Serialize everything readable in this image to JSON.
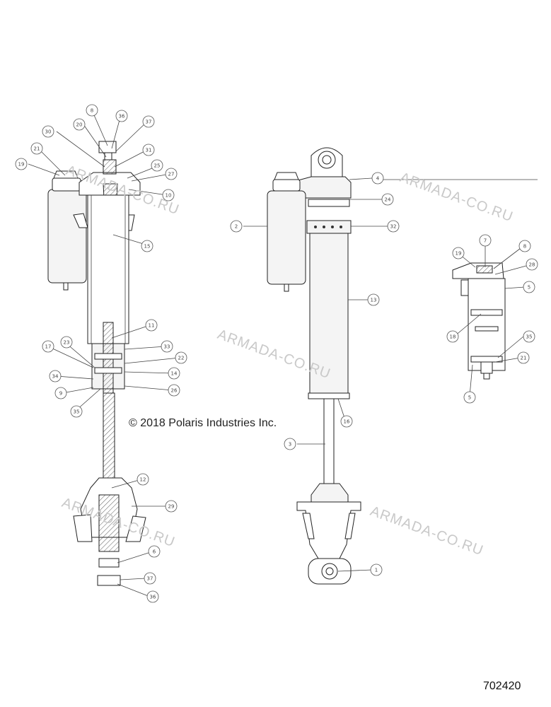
{
  "copyright": "© 2018 Polaris Industries Inc.",
  "drawing_number": "702420",
  "watermark": "ARMADA-CO.RU",
  "callouts": [
    "1",
    "2",
    "3",
    "4",
    "5",
    "6",
    "7",
    "8",
    "9",
    "10",
    "11",
    "12",
    "13",
    "14",
    "15",
    "16",
    "17",
    "18",
    "19",
    "20",
    "21",
    "22",
    "23",
    "24",
    "25",
    "26",
    "27",
    "28",
    "29",
    "30",
    "31",
    "32",
    "33",
    "34",
    "35",
    "36",
    "37"
  ]
}
